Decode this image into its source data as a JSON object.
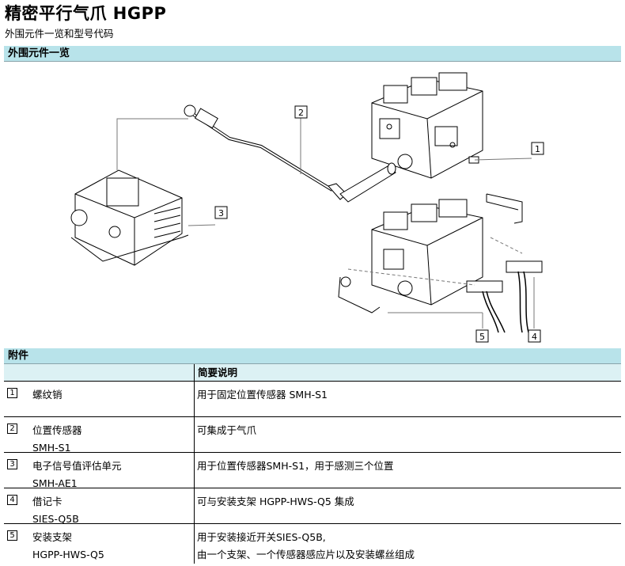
{
  "header": {
    "title": "精密平行气爪 HGPP",
    "subtitle": "外围元件一览和型号代码"
  },
  "overview": {
    "section_title": "外围元件一览",
    "callouts": [
      "1",
      "2",
      "3",
      "4",
      "5"
    ]
  },
  "accessories": {
    "section_title": "附件",
    "column_header": "简要说明",
    "rows": [
      {
        "num": "1",
        "name": "螺纹销",
        "code": "",
        "desc": "用于固定位置传感器 SMH-S1",
        "desc2": ""
      },
      {
        "num": "2",
        "name": "位置传感器",
        "code": "SMH-S1",
        "desc": "可集成于气爪",
        "desc2": ""
      },
      {
        "num": "3",
        "name": "电子信号值评估单元",
        "code": "SMH-AE1",
        "desc": "用于位置传感器SMH-S1，用于感测三个位置",
        "desc2": ""
      },
      {
        "num": "4",
        "name": "借记卡",
        "code": "SIES-Q5B",
        "desc": "可与安装支架 HGPP-HWS-Q5 集成",
        "desc2": ""
      },
      {
        "num": "5",
        "name": "安装支架",
        "code": "HGPP-HWS-Q5",
        "desc": "用于安装接近开关SIES-Q5B,",
        "desc2": "由一个支架、一个传感器感应片以及安装螺丝组成"
      }
    ]
  },
  "colors": {
    "section_bar": "#b8e3ea",
    "table_header": "#dcf1f4"
  }
}
